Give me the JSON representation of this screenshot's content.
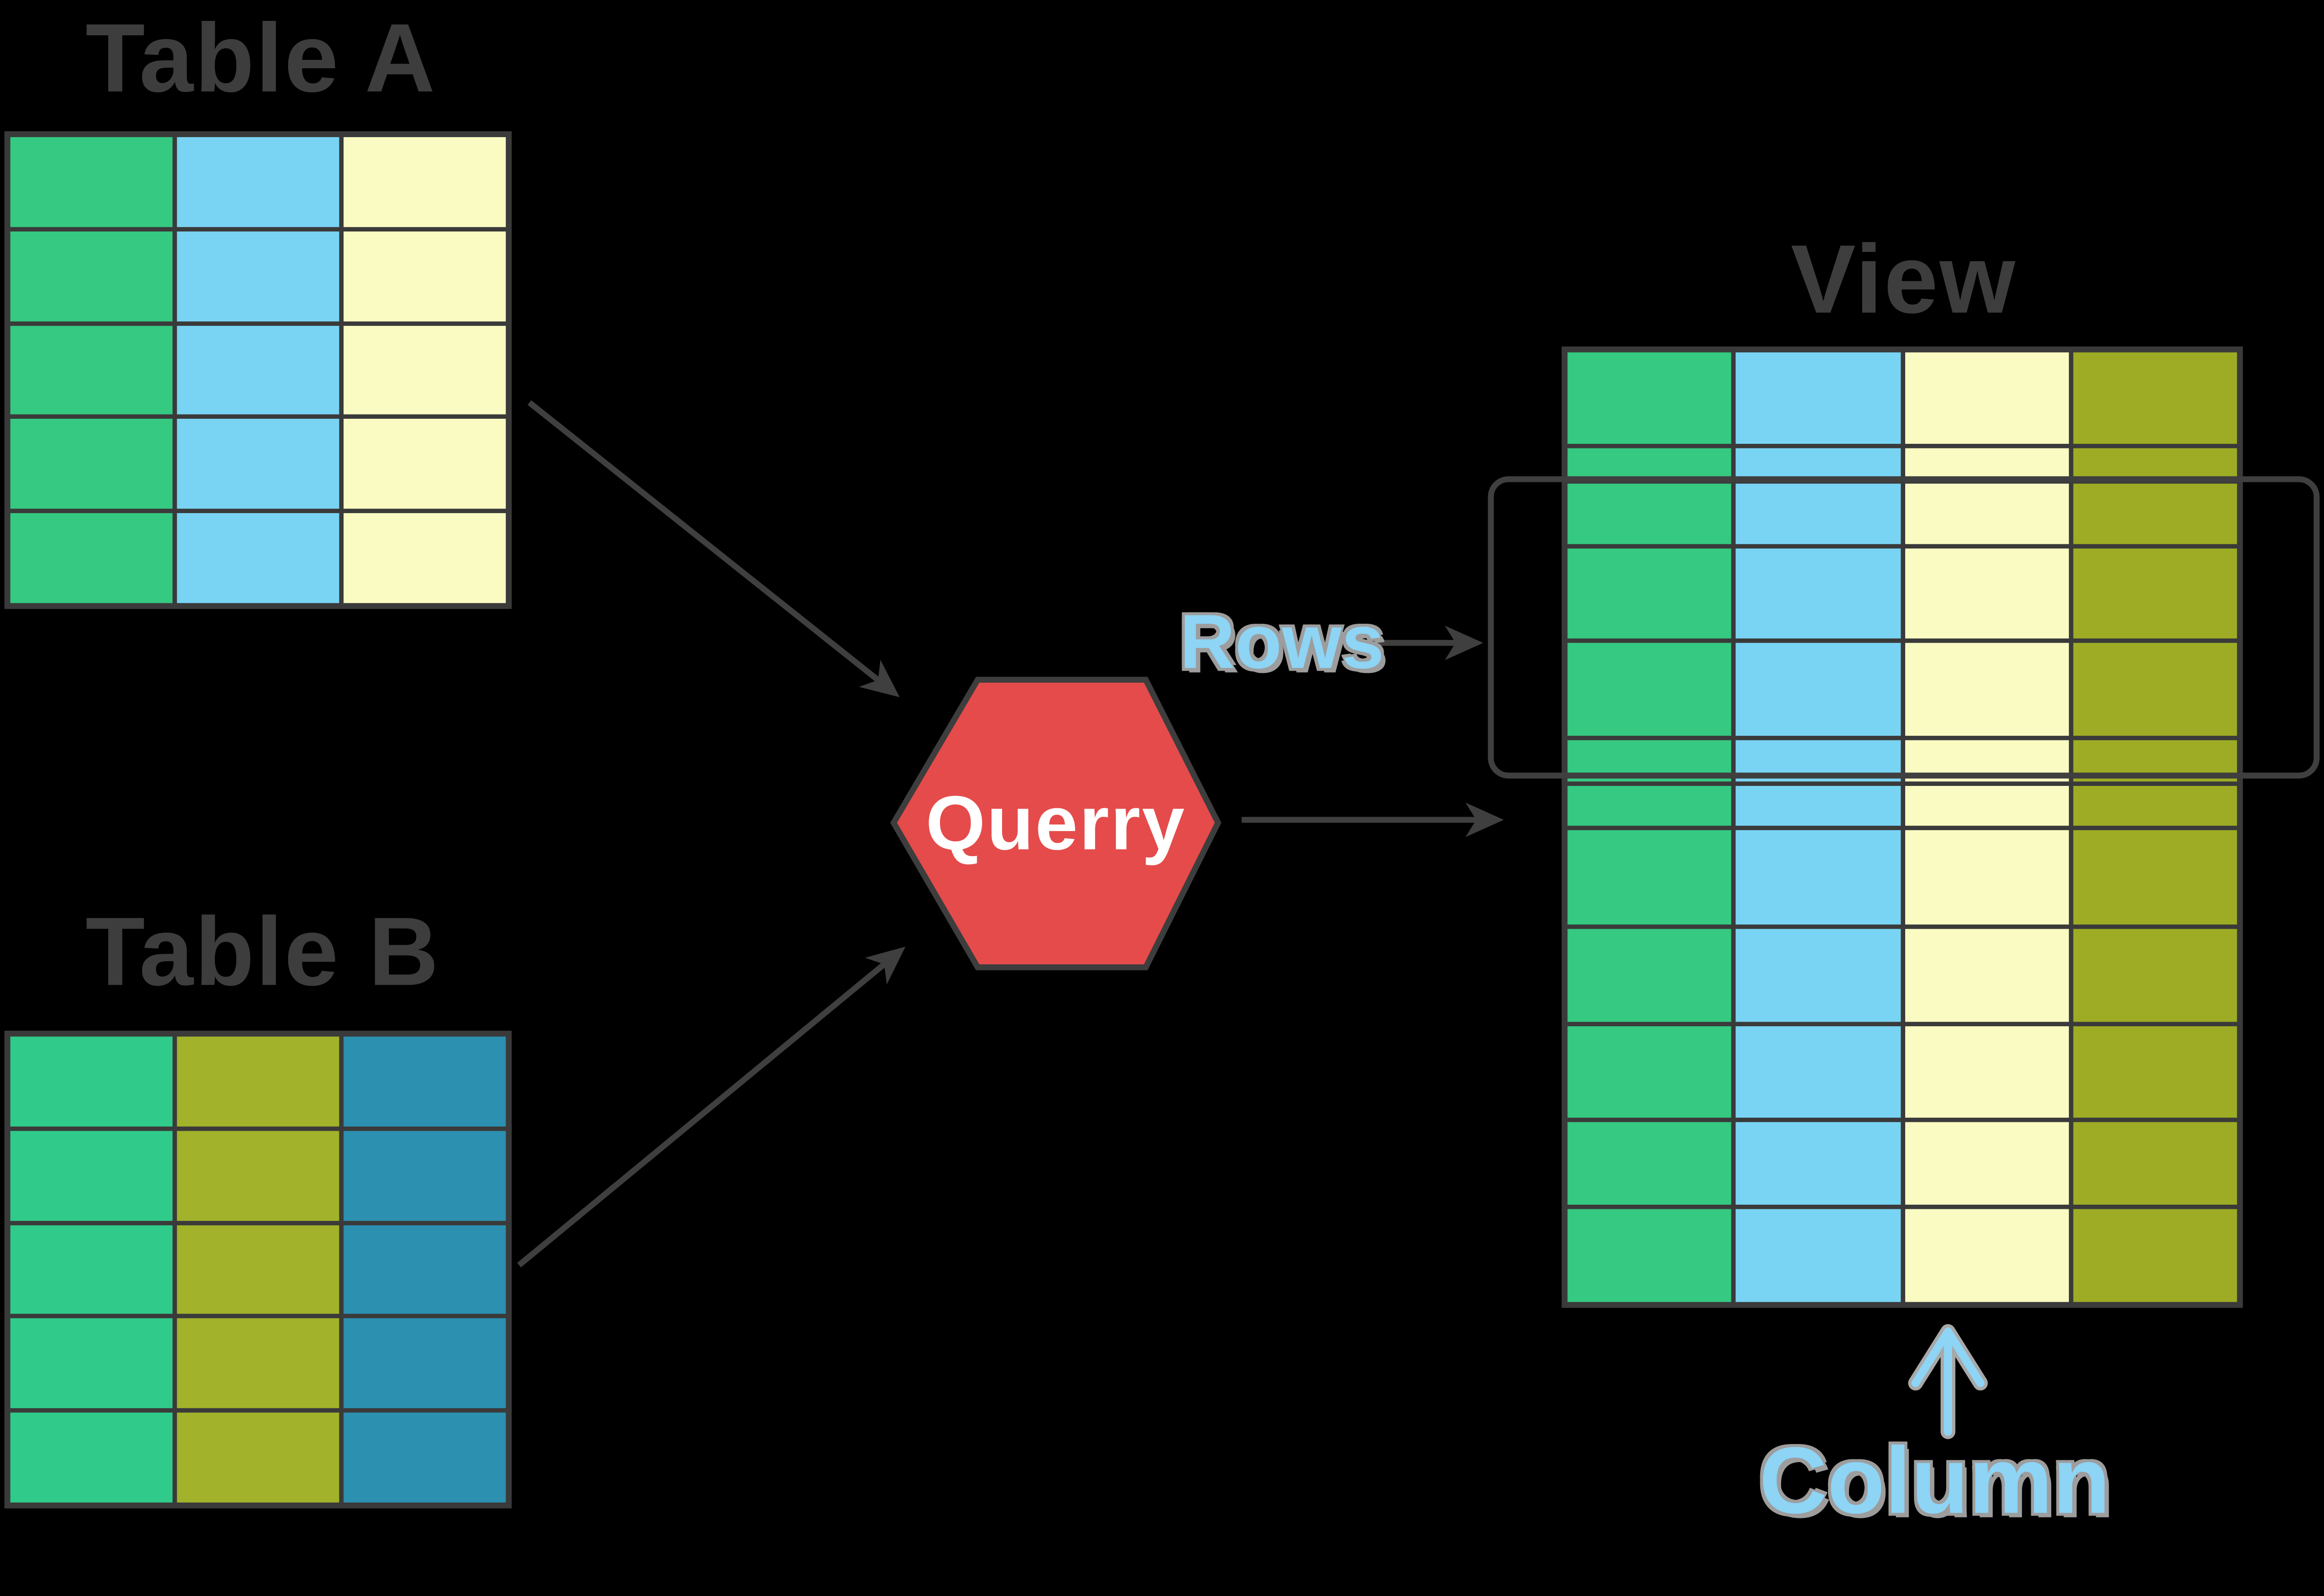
{
  "background": "#000000",
  "title_color": "#3d3d3d",
  "titles": {
    "table_a": "Table A",
    "table_b": "Table B",
    "view": "View"
  },
  "hexagon": {
    "label": "Querry",
    "fill": "#e54b4b",
    "border": "#3d3d3d",
    "text_color": "#ffffff"
  },
  "annotations": {
    "rows_label": "Rows",
    "column_label": "Column",
    "label_color": "#8dd4f5",
    "label_outline_color": "#9d9d9d",
    "arrow_color": "#3f3f3f",
    "column_arrow_color": "#8dd4f5"
  },
  "palette": {
    "green": "#35c981",
    "green_b": "#30ca8b",
    "blue": "#79d4f4",
    "yellow": "#fafbc2",
    "olive": "#a2b22a",
    "olive_view": "#9dac24",
    "teal": "#2c90b0",
    "grid_line": "#3a3a3a"
  },
  "tables": {
    "table_a": {
      "title": "Table A",
      "columns": [
        "green",
        "blue",
        "yellow"
      ],
      "rows": 5
    },
    "table_b": {
      "title": "Table B",
      "columns": [
        "green_b",
        "olive",
        "teal"
      ],
      "rows": 5
    },
    "view": {
      "title": "View",
      "columns": [
        "green",
        "blue",
        "yellow",
        "olive_view"
      ],
      "rows": 12
    }
  }
}
